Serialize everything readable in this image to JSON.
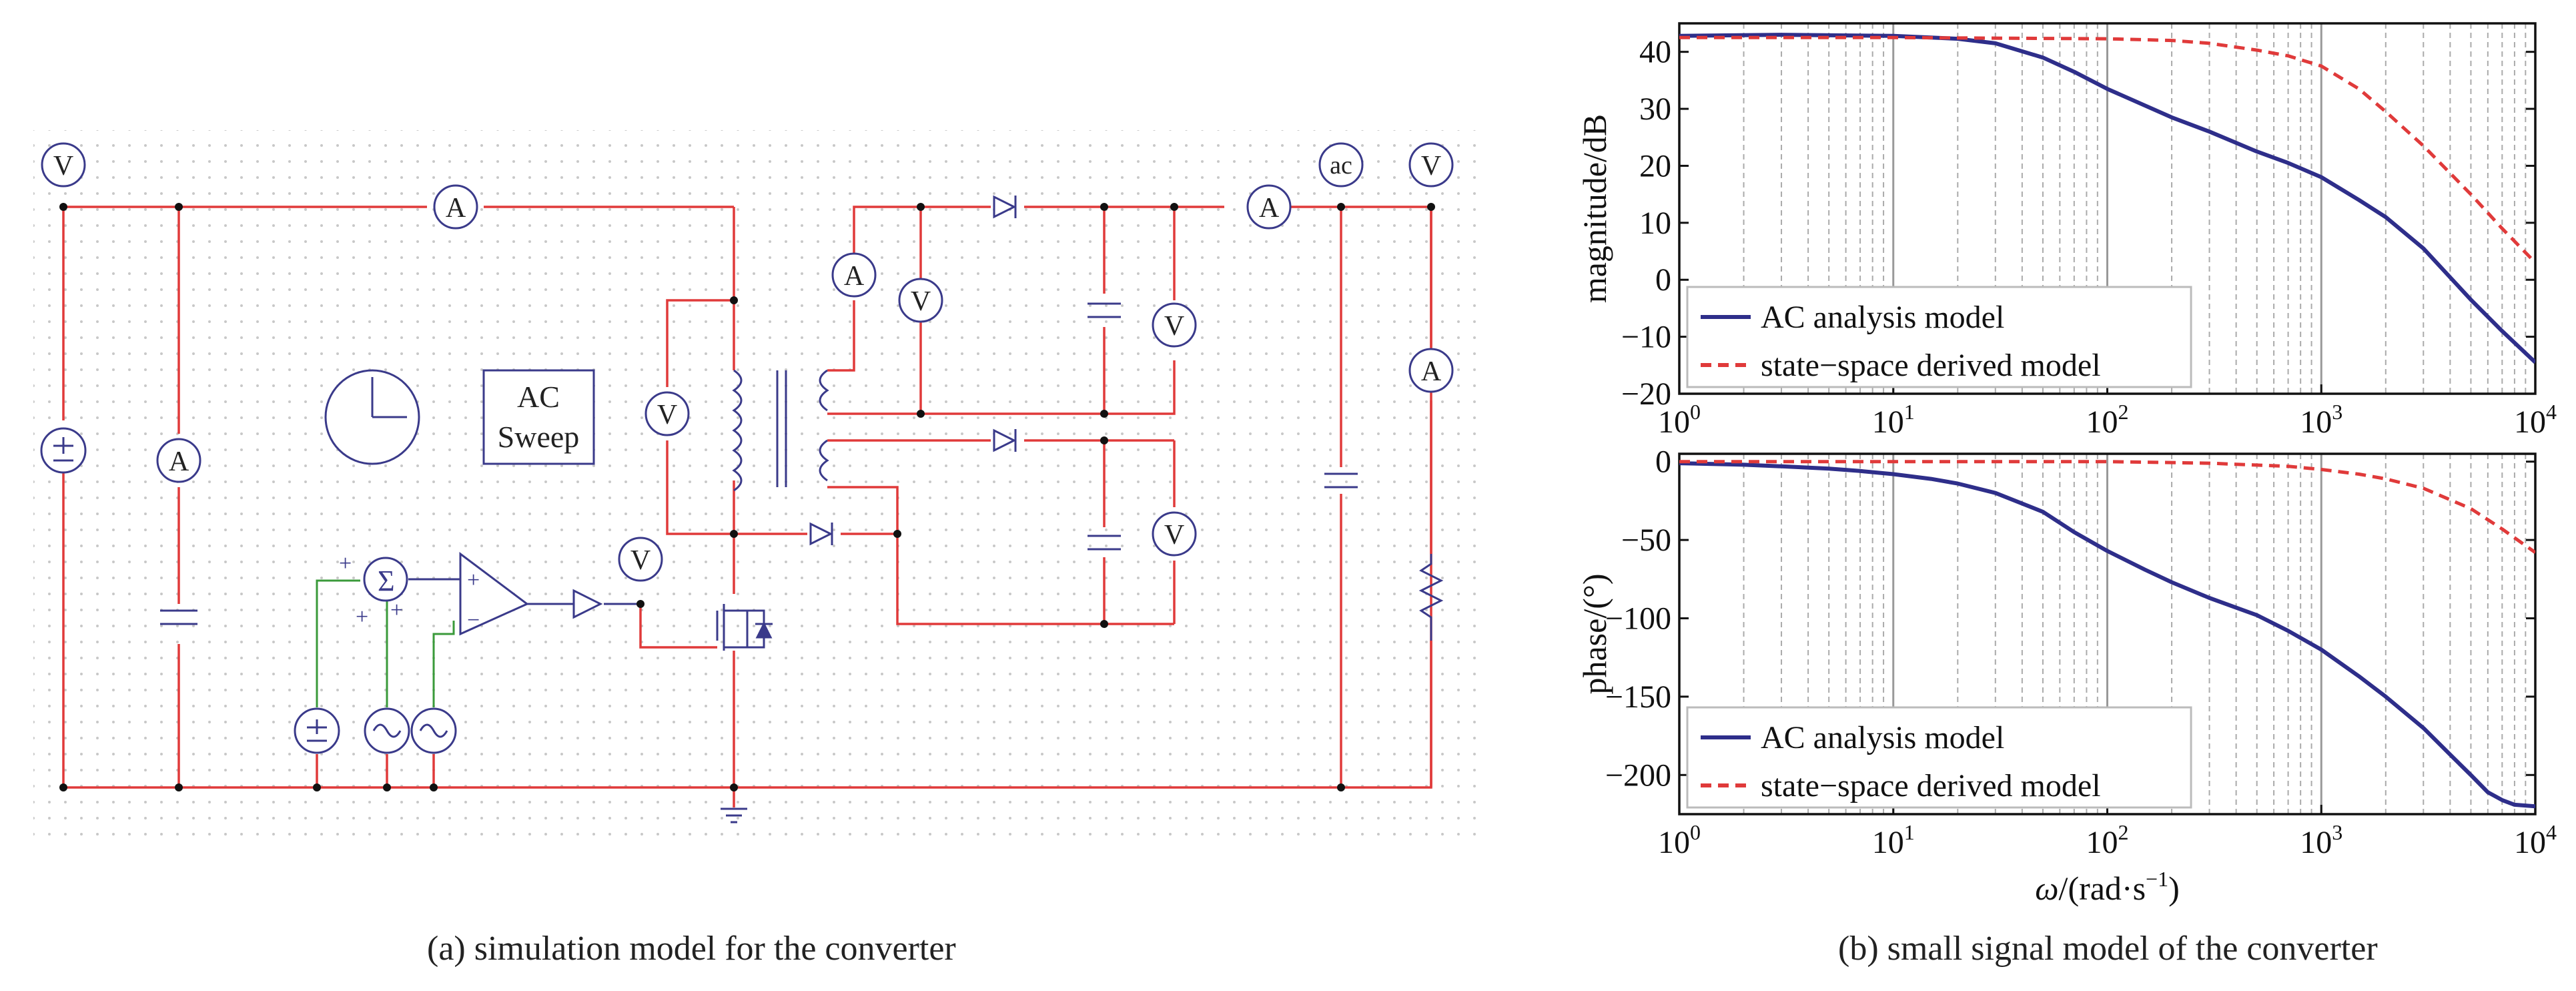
{
  "captions": {
    "a": "(a) simulation model  for the converter",
    "b": "(b) small signal model of the converter"
  },
  "schematic": {
    "sweep_label_1": "AC",
    "sweep_label_2": "Sweep",
    "meters": {
      "voltmeter": "V",
      "ammeter": "A",
      "ac_source": "ac"
    },
    "colors": {
      "wire": "#e03a3a",
      "component": "#3a3a8a",
      "control_wire": "#3a9a3a",
      "grid_dot": "#c8c8c8"
    }
  },
  "chart_data": [
    {
      "type": "line",
      "name": "magnitude",
      "ylabel": "magnitude/dB",
      "xscale": "log",
      "xlim": [
        1,
        10000
      ],
      "ylim": [
        -20,
        45
      ],
      "yticks": [
        -20,
        -10,
        0,
        10,
        20,
        30,
        40
      ],
      "ytick_labels": [
        "−20",
        "−10",
        "0",
        "10",
        "20",
        "30",
        "40"
      ],
      "xtick_labels": [
        "10",
        "10",
        "10",
        "10",
        "10"
      ],
      "xtick_exps": [
        "0",
        "1",
        "2",
        "3",
        "4"
      ],
      "grid": true,
      "legend_position": "bottom-left",
      "series": [
        {
          "name": "AC analysis model",
          "color": "#2e2e8a",
          "dash": "solid",
          "x": [
            1,
            3,
            10,
            20,
            30,
            50,
            70,
            100,
            200,
            300,
            500,
            700,
            1000,
            1500,
            2000,
            3000,
            5000,
            7000,
            10000
          ],
          "y": [
            42.8,
            43.0,
            42.8,
            42.3,
            41.5,
            39.0,
            36.5,
            33.5,
            28.5,
            26.0,
            22.5,
            20.5,
            18.0,
            14.0,
            11.0,
            5.5,
            -3.5,
            -9.0,
            -14.5
          ]
        },
        {
          "name": "state−space derived model",
          "color": "#e03a3a",
          "dash": "dashed",
          "x": [
            1,
            10,
            100,
            200,
            300,
            500,
            700,
            1000,
            1500,
            2000,
            3000,
            5000,
            7000,
            10000
          ],
          "y": [
            42.5,
            42.5,
            42.3,
            42.0,
            41.5,
            40.3,
            39.3,
            37.5,
            33.5,
            29.5,
            23.5,
            15.0,
            9.0,
            3.0
          ]
        }
      ]
    },
    {
      "type": "line",
      "name": "phase",
      "ylabel": "phase/(°)",
      "xlabel_var": "ω",
      "xlabel_rest": "/(rad·s",
      "xlabel_exp": "−1",
      "xlabel_end": ")",
      "xscale": "log",
      "xlim": [
        1,
        10000
      ],
      "ylim": [
        -225,
        5
      ],
      "yticks": [
        -200,
        -150,
        -100,
        -50,
        0
      ],
      "ytick_labels": [
        "−200",
        "−150",
        "−100",
        "−50",
        "0"
      ],
      "xtick_labels": [
        "10",
        "10",
        "10",
        "10",
        "10"
      ],
      "xtick_exps": [
        "0",
        "1",
        "2",
        "3",
        "4"
      ],
      "grid": true,
      "legend_position": "bottom-left",
      "series": [
        {
          "name": "AC analysis model",
          "color": "#2e2e8a",
          "dash": "solid",
          "x": [
            1,
            2,
            3,
            5,
            7,
            10,
            15,
            20,
            30,
            50,
            70,
            100,
            150,
            200,
            300,
            500,
            700,
            1000,
            1500,
            2000,
            3000,
            4000,
            5000,
            6000,
            7000,
            8000,
            10000
          ],
          "y": [
            -1,
            -2,
            -3,
            -4.5,
            -6,
            -8,
            -11,
            -14,
            -20,
            -32,
            -45,
            -57,
            -69,
            -77,
            -87,
            -98,
            -108,
            -120,
            -137,
            -150,
            -170,
            -187,
            -200,
            -211,
            -216,
            -219,
            -220
          ]
        },
        {
          "name": "state−space derived model",
          "color": "#e03a3a",
          "dash": "dashed",
          "x": [
            1,
            10,
            100,
            300,
            700,
            1000,
            1500,
            2000,
            3000,
            5000,
            7000,
            10000
          ],
          "y": [
            0,
            0,
            0,
            -1,
            -3,
            -5,
            -8,
            -11,
            -17,
            -30,
            -43,
            -58
          ]
        }
      ]
    }
  ]
}
